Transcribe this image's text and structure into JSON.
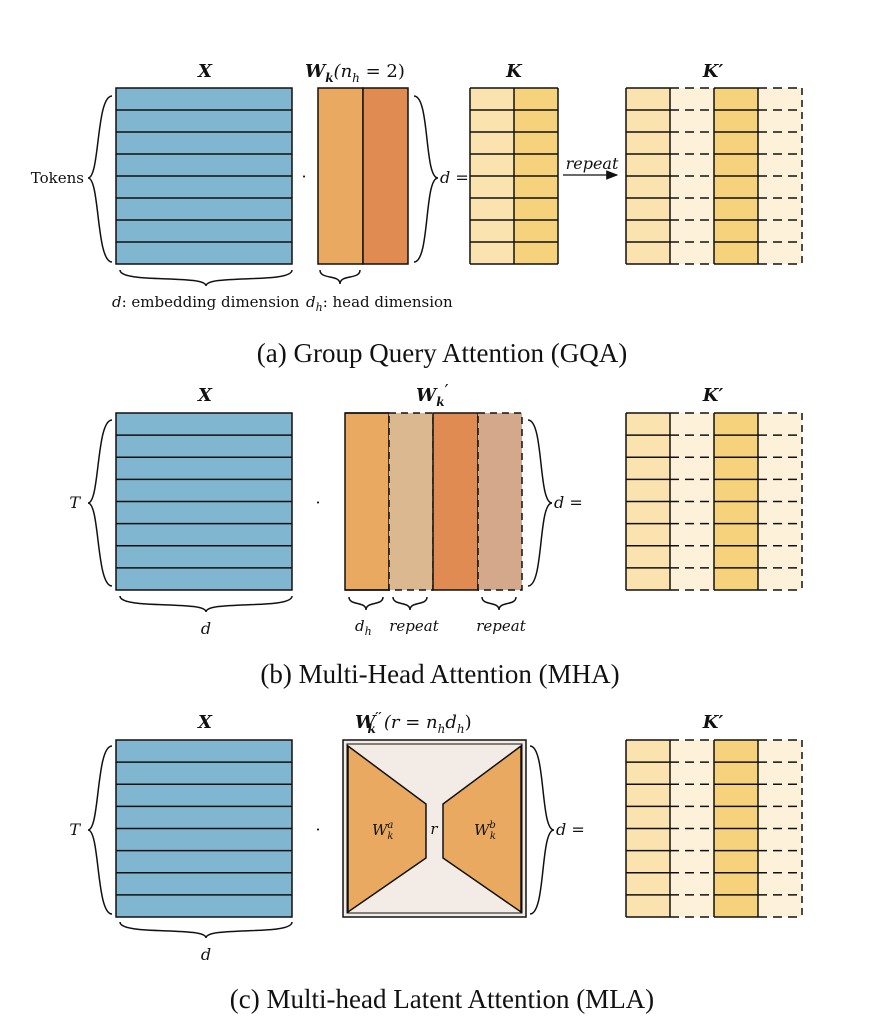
{
  "colors": {
    "x_fill": "#80b6d0",
    "w_head1": "#eaa960",
    "w_head2": "#e08b52",
    "w_repeat1": "#dbb88f",
    "w_repeat2": "#d4a88a",
    "k_light": "#fbe3b0",
    "k_dark": "#f7d27c",
    "k_faded": "#fdf1d9",
    "mla_bg": "#f3ece6",
    "line": "#111111"
  },
  "panel_a": {
    "x_title": "X",
    "w_title_main": "W",
    "w_title_sub": "k",
    "w_title_paren": "(n",
    "w_title_paren_sub": "h",
    "w_title_tail": " = 2)",
    "k_title": "K",
    "kp_title": "K′",
    "tokens_label": "Tokens",
    "dot": "·",
    "d_eq": "d =",
    "repeat_label": "repeat",
    "embed_label_var": "d",
    "embed_label_text": ": embedding dimension",
    "head_label_var": "d",
    "head_label_sub": "h",
    "head_label_text": ": head dimension",
    "caption": "(a) Group Query Attention (GQA)"
  },
  "panel_b": {
    "x_title": "X",
    "w_title_main": "W",
    "w_title_sub": "k",
    "w_title_prime": "′",
    "kp_title": "K′",
    "t_label": "T",
    "dot": "·",
    "d_eq": "d  =",
    "d_label": "d",
    "dh_var": "d",
    "dh_sub": "h",
    "repeat1": "repeat",
    "repeat2": "repeat",
    "caption": "(b) Multi-Head Attention (MHA)"
  },
  "panel_c": {
    "x_title": "X",
    "w_title_main": "W",
    "w_title_prime": "′′",
    "w_title_sub": "k",
    "w_title_paren": "(r = n",
    "w_title_paren_sub": "h",
    "w_title_tail": "d",
    "w_title_tail_sub": "h",
    "w_title_close": ")",
    "kp_title": "K′",
    "t_label": "T",
    "dot": "·",
    "d_eq": "d  =",
    "d_label": "d",
    "wa_main": "W",
    "wa_sub": "k",
    "wa_sup": "a",
    "wb_main": "W",
    "wb_sub": "k",
    "wb_sup": "b",
    "r_label": "r",
    "caption": "(c) Multi-head Latent Attention (MLA)"
  }
}
